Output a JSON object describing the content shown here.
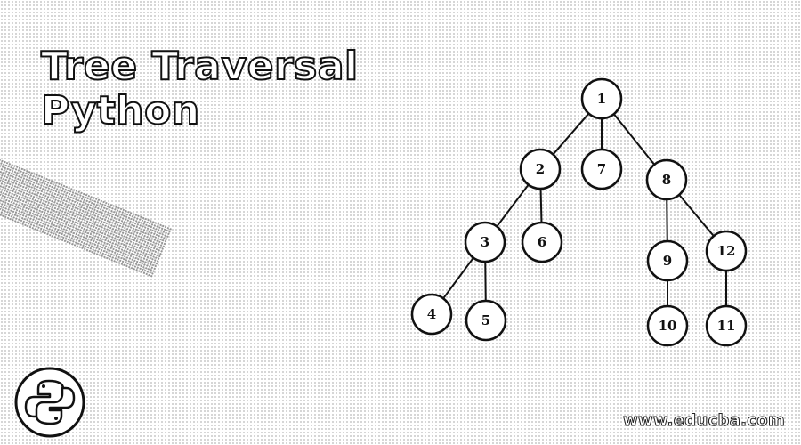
{
  "title": {
    "line1": "Tree Traversal",
    "line2": "Python"
  },
  "tree": {
    "nodes": [
      {
        "id": "1",
        "label": "1"
      },
      {
        "id": "2",
        "label": "2"
      },
      {
        "id": "7",
        "label": "7"
      },
      {
        "id": "8",
        "label": "8"
      },
      {
        "id": "3",
        "label": "3"
      },
      {
        "id": "6",
        "label": "6"
      },
      {
        "id": "9",
        "label": "9"
      },
      {
        "id": "12",
        "label": "12"
      },
      {
        "id": "4",
        "label": "4"
      },
      {
        "id": "5",
        "label": "5"
      },
      {
        "id": "10",
        "label": "10"
      },
      {
        "id": "11",
        "label": "11"
      }
    ],
    "edges": [
      [
        "1",
        "2"
      ],
      [
        "1",
        "7"
      ],
      [
        "1",
        "8"
      ],
      [
        "2",
        "3"
      ],
      [
        "2",
        "6"
      ],
      [
        "3",
        "4"
      ],
      [
        "3",
        "5"
      ],
      [
        "8",
        "9"
      ],
      [
        "8",
        "12"
      ],
      [
        "9",
        "10"
      ],
      [
        "12",
        "11"
      ]
    ]
  },
  "logo": {
    "icon": "python-icon"
  },
  "watermark": "www.educba.com"
}
